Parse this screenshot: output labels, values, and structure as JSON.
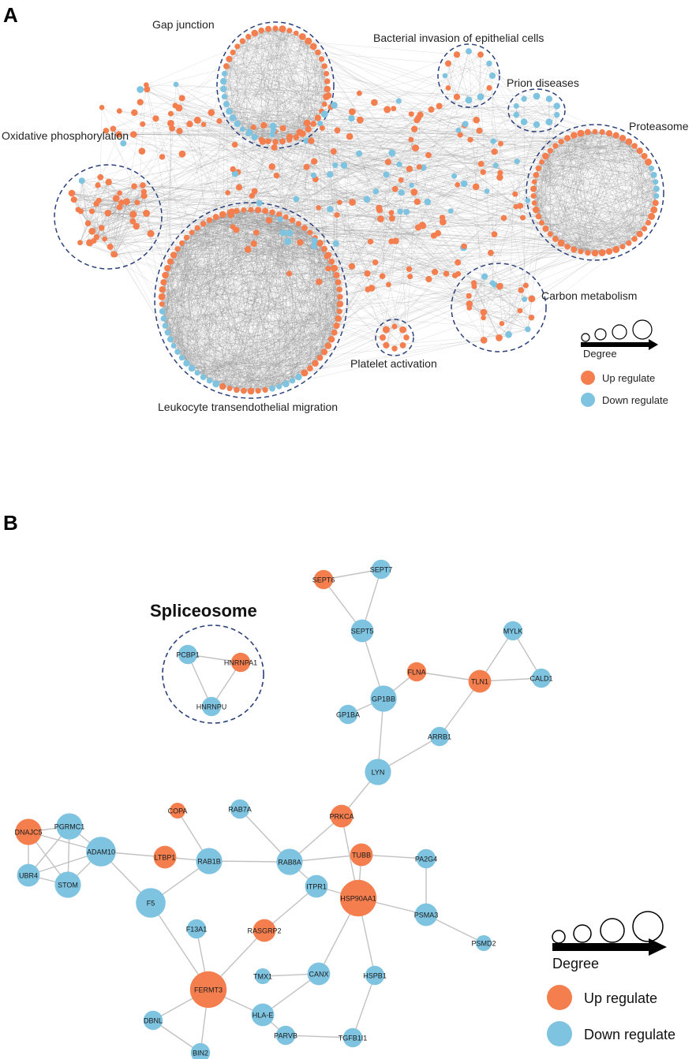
{
  "colors": {
    "up": "#F47E4E",
    "down": "#7EC3E0",
    "edge": "#c2c2c2",
    "cluster_border": "#2b3f7a"
  },
  "panel_a": {
    "letter": "A",
    "clusters": [
      {
        "label": "Gap junction"
      },
      {
        "label": "Bacterial invasion of epithelial cells"
      },
      {
        "label": "Prion diseases"
      },
      {
        "label": "Proteasome"
      },
      {
        "label": "Oxidative phosphorylation"
      },
      {
        "label": "Carbon metabolism"
      },
      {
        "label": "Platelet activation"
      },
      {
        "label": "Leukocyte transendothelial migration"
      }
    ],
    "legend": {
      "degree": "Degree",
      "up": "Up regulate",
      "down": "Down regulate"
    }
  },
  "panel_b": {
    "letter": "B",
    "cluster_title": "Spliceosome",
    "nodes": [
      {
        "name": "SEPT6",
        "reg": "up",
        "degree": 2
      },
      {
        "name": "SEPT7",
        "reg": "down",
        "degree": 2
      },
      {
        "name": "SEPT5",
        "reg": "down",
        "degree": 3
      },
      {
        "name": "MYLK",
        "reg": "down",
        "degree": 2
      },
      {
        "name": "PCBP1",
        "reg": "down",
        "degree": 2
      },
      {
        "name": "HNRNPA1",
        "reg": "up",
        "degree": 2
      },
      {
        "name": "HNRNPU",
        "reg": "down",
        "degree": 2
      },
      {
        "name": "FLNA",
        "reg": "up",
        "degree": 2
      },
      {
        "name": "TLN1",
        "reg": "up",
        "degree": 3
      },
      {
        "name": "CALD1",
        "reg": "down",
        "degree": 2
      },
      {
        "name": "GP1BA",
        "reg": "down",
        "degree": 2
      },
      {
        "name": "GP1BB",
        "reg": "down",
        "degree": 4
      },
      {
        "name": "ARRB1",
        "reg": "down",
        "degree": 2
      },
      {
        "name": "LYN",
        "reg": "down",
        "degree": 4
      },
      {
        "name": "COPA",
        "reg": "up",
        "degree": 1
      },
      {
        "name": "RAB7A",
        "reg": "down",
        "degree": 2
      },
      {
        "name": "PRKCA",
        "reg": "up",
        "degree": 3
      },
      {
        "name": "DNAJC5",
        "reg": "up",
        "degree": 4
      },
      {
        "name": "PGRMC1",
        "reg": "down",
        "degree": 4
      },
      {
        "name": "ADAM10",
        "reg": "down",
        "degree": 5
      },
      {
        "name": "LTBP1",
        "reg": "up",
        "degree": 3
      },
      {
        "name": "RAB1B",
        "reg": "down",
        "degree": 4
      },
      {
        "name": "RAB8A",
        "reg": "down",
        "degree": 4
      },
      {
        "name": "TUBB",
        "reg": "up",
        "degree": 3
      },
      {
        "name": "PA2G4",
        "reg": "down",
        "degree": 2
      },
      {
        "name": "UBR4",
        "reg": "down",
        "degree": 3
      },
      {
        "name": "STOM",
        "reg": "down",
        "degree": 4
      },
      {
        "name": "ITPR1",
        "reg": "down",
        "degree": 3
      },
      {
        "name": "HSP90AA1",
        "reg": "up",
        "degree": 7
      },
      {
        "name": "F5",
        "reg": "down",
        "degree": 5
      },
      {
        "name": "PSMA3",
        "reg": "down",
        "degree": 3
      },
      {
        "name": "F13A1",
        "reg": "down",
        "degree": 2
      },
      {
        "name": "RASGRP2",
        "reg": "up",
        "degree": 3
      },
      {
        "name": "PSMD2",
        "reg": "down",
        "degree": 1
      },
      {
        "name": "TMX1",
        "reg": "down",
        "degree": 1
      },
      {
        "name": "CANX",
        "reg": "down",
        "degree": 3
      },
      {
        "name": "HSPB1",
        "reg": "down",
        "degree": 2
      },
      {
        "name": "FERMT3",
        "reg": "up",
        "degree": 7
      },
      {
        "name": "HLA-E",
        "reg": "down",
        "degree": 3
      },
      {
        "name": "DBNL",
        "reg": "down",
        "degree": 2
      },
      {
        "name": "PARVB",
        "reg": "down",
        "degree": 2
      },
      {
        "name": "TGFB1I1",
        "reg": "down",
        "degree": 2
      },
      {
        "name": "BIN2",
        "reg": "down",
        "degree": 2
      }
    ],
    "edges": [
      [
        "SEPT6",
        "SEPT7"
      ],
      [
        "SEPT6",
        "SEPT5"
      ],
      [
        "SEPT7",
        "SEPT5"
      ],
      [
        "SEPT5",
        "GP1BB"
      ],
      [
        "MYLK",
        "TLN1"
      ],
      [
        "MYLK",
        "CALD1"
      ],
      [
        "TLN1",
        "CALD1"
      ],
      [
        "FLNA",
        "TLN1"
      ],
      [
        "FLNA",
        "GP1BB"
      ],
      [
        "TLN1",
        "ARRB1"
      ],
      [
        "GP1BA",
        "GP1BB"
      ],
      [
        "GP1BB",
        "LYN"
      ],
      [
        "ARRB1",
        "LYN"
      ],
      [
        "LYN",
        "PRKCA"
      ],
      [
        "PCBP1",
        "HNRNPA1"
      ],
      [
        "PCBP1",
        "HNRNPU"
      ],
      [
        "HNRNPA1",
        "HNRNPU"
      ],
      [
        "COPA",
        "RAB1B"
      ],
      [
        "RAB7A",
        "RAB8A"
      ],
      [
        "PRKCA",
        "RAB8A"
      ],
      [
        "PRKCA",
        "HSP90AA1"
      ],
      [
        "DNAJC5",
        "PGRMC1"
      ],
      [
        "DNAJC5",
        "ADAM10"
      ],
      [
        "DNAJC5",
        "UBR4"
      ],
      [
        "DNAJC5",
        "STOM"
      ],
      [
        "PGRMC1",
        "ADAM10"
      ],
      [
        "PGRMC1",
        "UBR4"
      ],
      [
        "PGRMC1",
        "STOM"
      ],
      [
        "ADAM10",
        "UBR4"
      ],
      [
        "ADAM10",
        "STOM"
      ],
      [
        "UBR4",
        "STOM"
      ],
      [
        "ADAM10",
        "LTBP1"
      ],
      [
        "ADAM10",
        "F5"
      ],
      [
        "LTBP1",
        "RAB1B"
      ],
      [
        "RAB1B",
        "RAB8A"
      ],
      [
        "RAB1B",
        "F5"
      ],
      [
        "RAB8A",
        "TUBB"
      ],
      [
        "RAB8A",
        "ITPR1"
      ],
      [
        "TUBB",
        "PA2G4"
      ],
      [
        "TUBB",
        "HSP90AA1"
      ],
      [
        "PA2G4",
        "PSMA3"
      ],
      [
        "ITPR1",
        "RASGRP2"
      ],
      [
        "ITPR1",
        "HSP90AA1"
      ],
      [
        "HSP90AA1",
        "PSMA3"
      ],
      [
        "HSP90AA1",
        "CANX"
      ],
      [
        "HSP90AA1",
        "HSPB1"
      ],
      [
        "PSMA3",
        "PSMD2"
      ],
      [
        "F5",
        "FERMT3"
      ],
      [
        "F13A1",
        "FERMT3"
      ],
      [
        "RASGRP2",
        "FERMT3"
      ],
      [
        "TMX1",
        "CANX"
      ],
      [
        "CANX",
        "HLA-E"
      ],
      [
        "FERMT3",
        "HLA-E"
      ],
      [
        "FERMT3",
        "DBNL"
      ],
      [
        "FERMT3",
        "BIN2"
      ],
      [
        "DBNL",
        "BIN2"
      ],
      [
        "HLA-E",
        "PARVB"
      ],
      [
        "PARVB",
        "TGFB1I1"
      ],
      [
        "HSPB1",
        "TGFB1I1"
      ]
    ],
    "legend": {
      "degree": "Degree",
      "up": "Up regulate",
      "down": "Down regulate"
    }
  }
}
